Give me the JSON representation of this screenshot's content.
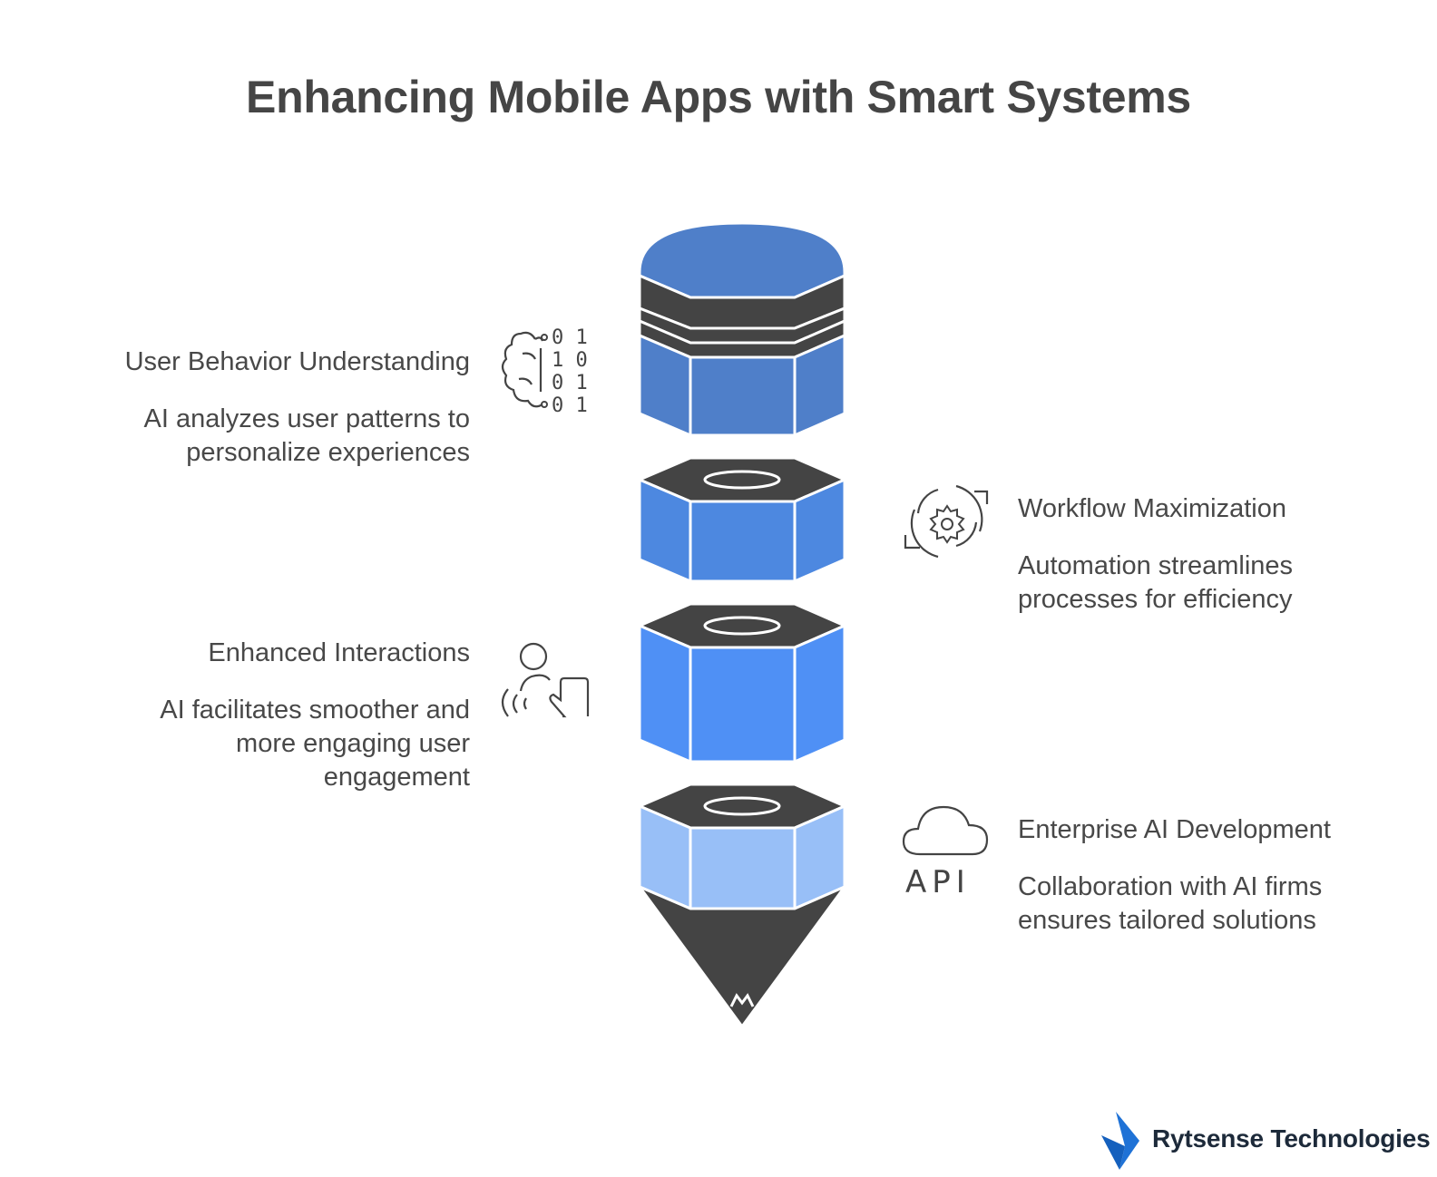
{
  "title": "Enhancing Mobile Apps with Smart Systems",
  "items": [
    {
      "title": "User Behavior Understanding",
      "desc_lines": [
        "AI analyzes user patterns to",
        "personalize experiences"
      ],
      "icon": "brain-binary-icon",
      "binary": [
        "0 1",
        "1 0",
        "0 1",
        "0 1"
      ]
    },
    {
      "title": "Workflow Maximization",
      "desc_lines": [
        "Automation streamlines",
        "processes for efficiency"
      ],
      "icon": "gear-cycle-icon"
    },
    {
      "title": "Enhanced Interactions",
      "desc_lines": [
        "AI facilitates smoother and",
        "more engaging user",
        "engagement"
      ],
      "icon": "person-touch-icon"
    },
    {
      "title": "Enterprise AI Development",
      "desc_lines": [
        "Collaboration with AI firms",
        "ensures tailored solutions"
      ],
      "icon": "cloud-api-icon",
      "api_label": "API"
    }
  ],
  "colors": {
    "segment1": "#4f7fc9",
    "segment2": "#4d88e0",
    "segment3": "#4f90f5",
    "segment4": "#98bff7",
    "dark": "#444444"
  },
  "brand": {
    "name": "Rytsense Technologies",
    "color": "#1f72d6"
  }
}
